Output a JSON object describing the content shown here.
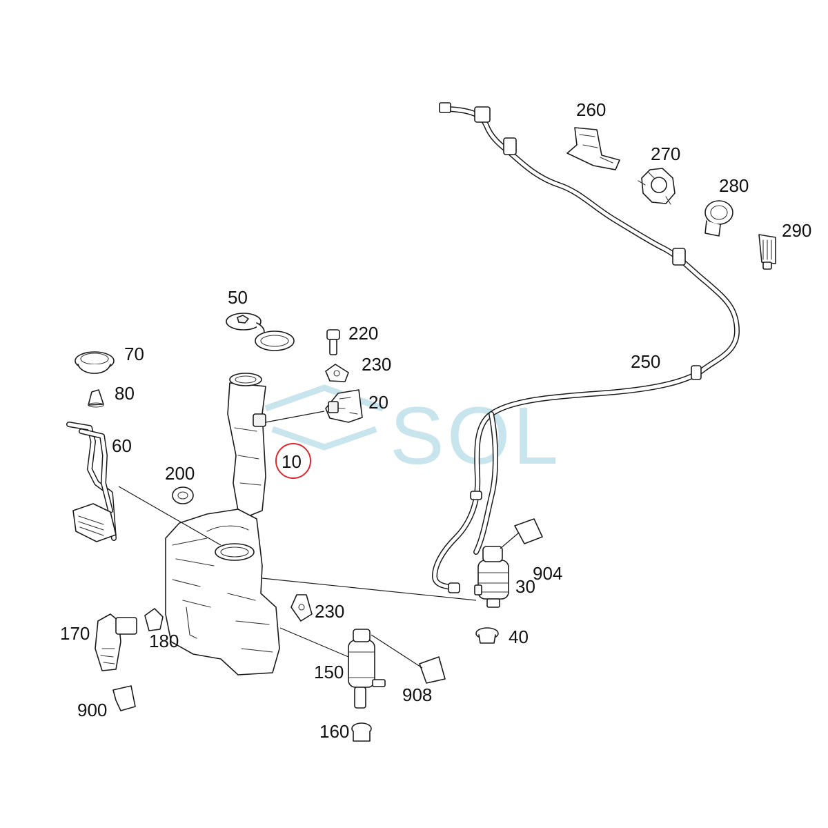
{
  "diagram": {
    "callouts": [
      "10",
      "20",
      "30",
      "40",
      "50",
      "60",
      "70",
      "80",
      "150",
      "160",
      "170",
      "180",
      "200",
      "220",
      "230",
      "230",
      "250",
      "260",
      "270",
      "280",
      "290",
      "900",
      "904",
      "908"
    ],
    "highlighted_callout": "10",
    "highlight_color": "#d9272e"
  },
  "watermark": {
    "text": "SOL",
    "color": "#bfe0ea"
  }
}
